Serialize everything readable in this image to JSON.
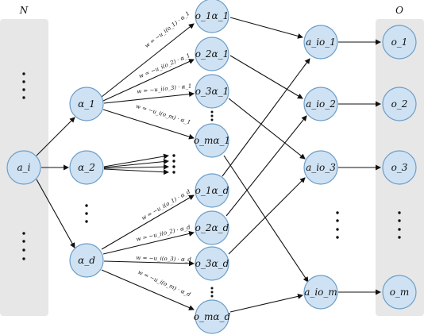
{
  "panels": {
    "left_title": "N",
    "right_title": "O"
  },
  "nodes": {
    "input": "a_i",
    "alpha_1": "α_1",
    "alpha_2": "α_2",
    "alpha_d": "α_d",
    "o1a1": "o_1α_1",
    "o2a1": "o_2α_1",
    "o3a1": "o_3α_1",
    "oma1": "o_mα_1",
    "o1ad": "o_1α_d",
    "o2ad": "o_2α_d",
    "o3ad": "o_3α_d",
    "omad": "o_mα_d",
    "aio1": "a_io_1",
    "aio2": "a_io_2",
    "aio3": "a_io_3",
    "aiom": "a_io_m",
    "out_o1": "o_1",
    "out_o2": "o_2",
    "out_o3": "o_3",
    "out_om": "o_m"
  },
  "edge_labels": {
    "a1_o1": "w = −u_i(o_1) · α_1",
    "a1_o2": "w = −u_i(o_2) · α_1",
    "a1_o3": "w = −u_i(o_3) · α_1",
    "a1_om": "w = −u_i(o_m) · α_1",
    "ad_o1": "w = −u_i(o_1) · α_d",
    "ad_o2": "w = −u_i(o_2) · α_d",
    "ad_o3": "w = −u_i(o_3) · α_d",
    "ad_om": "w = −u_i(o_m) · α_d"
  }
}
